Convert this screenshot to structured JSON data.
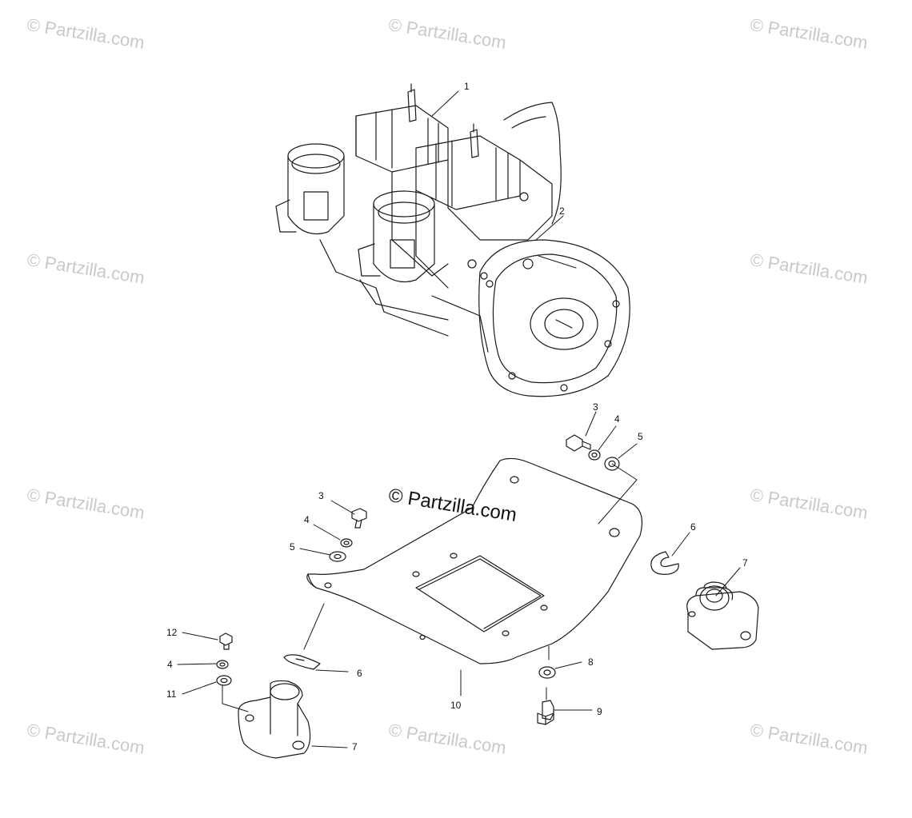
{
  "watermarks": {
    "corner_text": "© Partzilla.com",
    "center_text": "© Partzilla.com"
  },
  "callouts": {
    "c1": "1",
    "c2": "2",
    "c3a": "3",
    "c4a": "4",
    "c5a": "5",
    "c3b": "3",
    "c4b": "4",
    "c5b": "5",
    "c6a": "6",
    "c7a": "7",
    "c12": "12",
    "c4c": "4",
    "c11": "11",
    "c6b": "6",
    "c10": "10",
    "c8": "8",
    "c9": "9",
    "c7b": "7"
  },
  "colors": {
    "line": "#1a1a1a",
    "watermark": "#c9c9c9",
    "background": "#ffffff"
  }
}
